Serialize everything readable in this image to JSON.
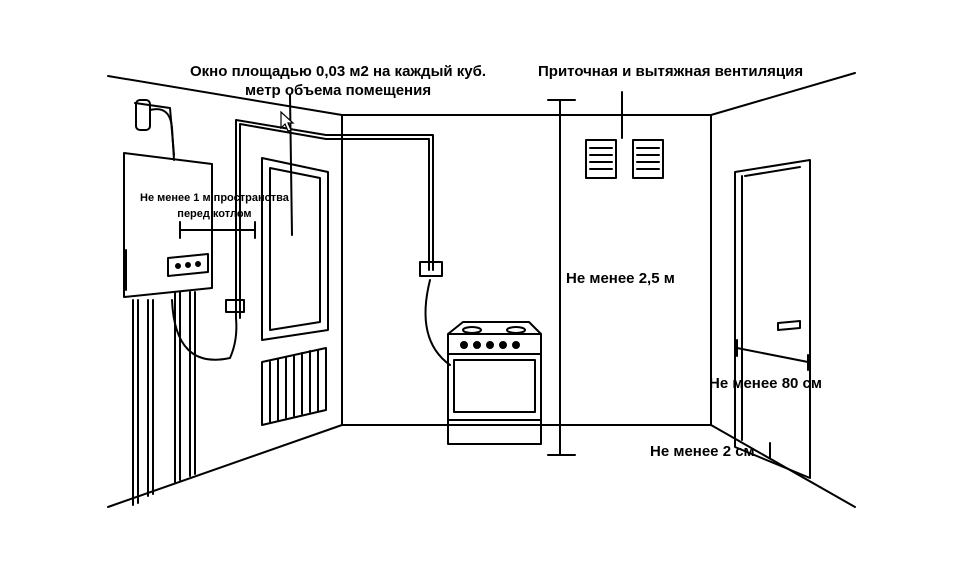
{
  "labels": {
    "window_line1": "Окно площадью 0,03 м2 на каждый куб.",
    "window_line2": "метр объема помещения",
    "ventilation": "Приточная и вытяжная вентиляция",
    "space_line1": "Не менее 1 м пространства",
    "space_line2": "перед котлом",
    "height": "Не менее 2,5 м",
    "door_width": "Не менее 80 см",
    "door_gap": "Не менее 2 см"
  },
  "colors": {
    "line": "#000000",
    "background": "#ffffff"
  }
}
